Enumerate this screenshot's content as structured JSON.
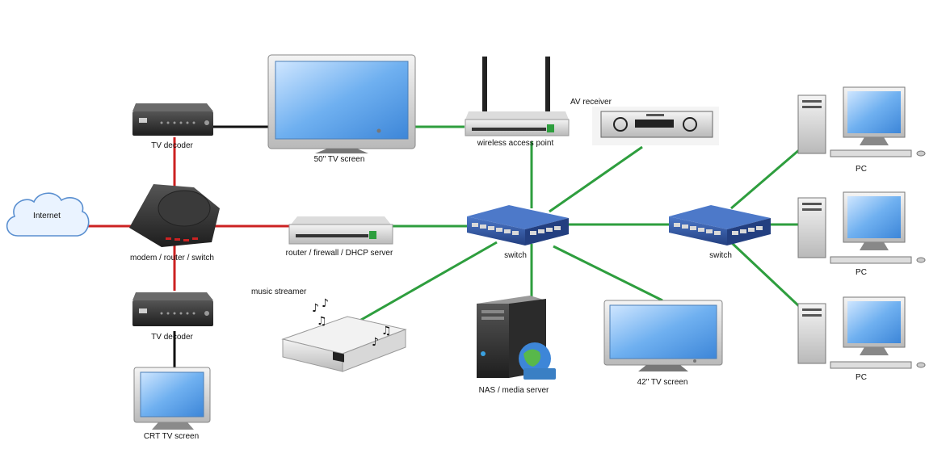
{
  "labels": {
    "internet": "Internet",
    "tv_decoder_top": "TV decoder",
    "tv_decoder_bottom": "TV decoder",
    "modem": "modem / router / switch",
    "tv50": "50\" TV screen",
    "wap": "wireless access point",
    "av_receiver": "AV receiver",
    "router_fw": "router / firewall / DHCP server",
    "switch_main": "switch",
    "switch_right": "switch",
    "music_streamer": "music streamer",
    "nas": "NAS / media server",
    "tv42": "42\" TV screen",
    "crt": "CRT TV screen",
    "pc1": "PC",
    "pc2": "PC",
    "pc3": "PC"
  },
  "colors": {
    "red_link": "#cc2222",
    "green_link": "#2e9e3e",
    "black_link": "#111111",
    "screen_blue": "#5aa0e6",
    "switch_blue": "#2c4f9a"
  }
}
